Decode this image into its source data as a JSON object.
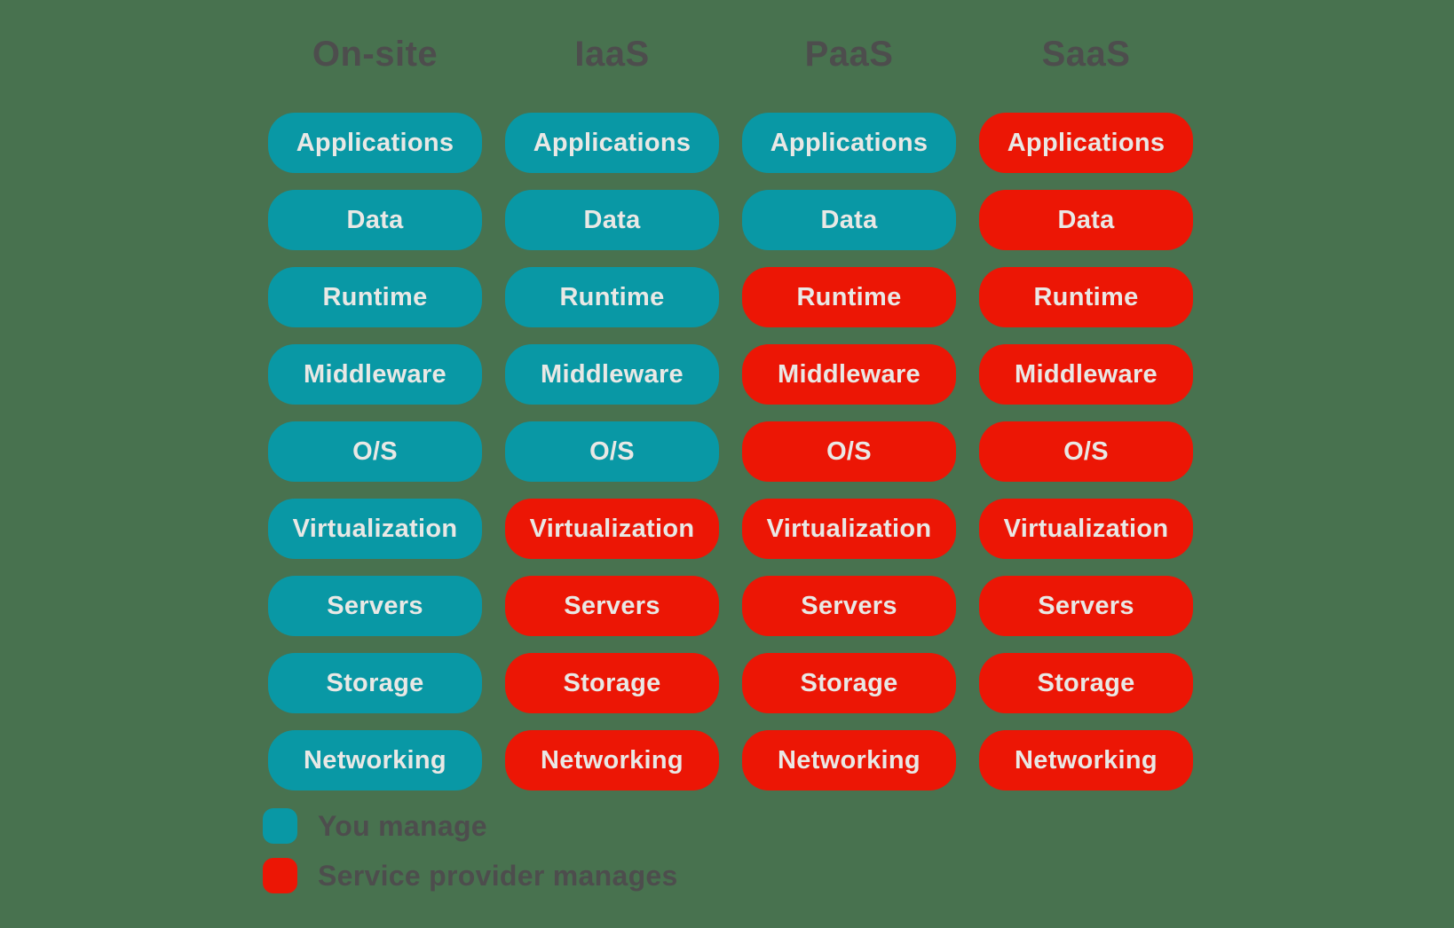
{
  "diagram": {
    "background_color": "#48724F",
    "colors": {
      "you_manage": "#0998A5",
      "provider_manages": "#EC1605",
      "heading_text": "#4D4D4D",
      "pill_text": "#E9E8E5"
    },
    "columns": [
      {
        "id": "on-site",
        "label": "On-site",
        "layers": [
          {
            "label": "Applications",
            "managed_by": "you"
          },
          {
            "label": "Data",
            "managed_by": "you"
          },
          {
            "label": "Runtime",
            "managed_by": "you"
          },
          {
            "label": "Middleware",
            "managed_by": "you"
          },
          {
            "label": "O/S",
            "managed_by": "you"
          },
          {
            "label": "Virtualization",
            "managed_by": "you"
          },
          {
            "label": "Servers",
            "managed_by": "you"
          },
          {
            "label": "Storage",
            "managed_by": "you"
          },
          {
            "label": "Networking",
            "managed_by": "you"
          }
        ]
      },
      {
        "id": "iaas",
        "label": "IaaS",
        "layers": [
          {
            "label": "Applications",
            "managed_by": "you"
          },
          {
            "label": "Data",
            "managed_by": "you"
          },
          {
            "label": "Runtime",
            "managed_by": "you"
          },
          {
            "label": "Middleware",
            "managed_by": "you"
          },
          {
            "label": "O/S",
            "managed_by": "you"
          },
          {
            "label": "Virtualization",
            "managed_by": "provider"
          },
          {
            "label": "Servers",
            "managed_by": "provider"
          },
          {
            "label": "Storage",
            "managed_by": "provider"
          },
          {
            "label": "Networking",
            "managed_by": "provider"
          }
        ]
      },
      {
        "id": "paas",
        "label": "PaaS",
        "layers": [
          {
            "label": "Applications",
            "managed_by": "you"
          },
          {
            "label": "Data",
            "managed_by": "you"
          },
          {
            "label": "Runtime",
            "managed_by": "provider"
          },
          {
            "label": "Middleware",
            "managed_by": "provider"
          },
          {
            "label": "O/S",
            "managed_by": "provider"
          },
          {
            "label": "Virtualization",
            "managed_by": "provider"
          },
          {
            "label": "Servers",
            "managed_by": "provider"
          },
          {
            "label": "Storage",
            "managed_by": "provider"
          },
          {
            "label": "Networking",
            "managed_by": "provider"
          }
        ]
      },
      {
        "id": "saas",
        "label": "SaaS",
        "layers": [
          {
            "label": "Applications",
            "managed_by": "provider"
          },
          {
            "label": "Data",
            "managed_by": "provider"
          },
          {
            "label": "Runtime",
            "managed_by": "provider"
          },
          {
            "label": "Middleware",
            "managed_by": "provider"
          },
          {
            "label": "O/S",
            "managed_by": "provider"
          },
          {
            "label": "Virtualization",
            "managed_by": "provider"
          },
          {
            "label": "Servers",
            "managed_by": "provider"
          },
          {
            "label": "Storage",
            "managed_by": "provider"
          },
          {
            "label": "Networking",
            "managed_by": "provider"
          }
        ]
      }
    ],
    "legend": [
      {
        "id": "you-manage",
        "label": "You manage",
        "managed_by": "you"
      },
      {
        "id": "service-provider-manages",
        "label": "Service provider manages",
        "managed_by": "provider"
      }
    ]
  }
}
